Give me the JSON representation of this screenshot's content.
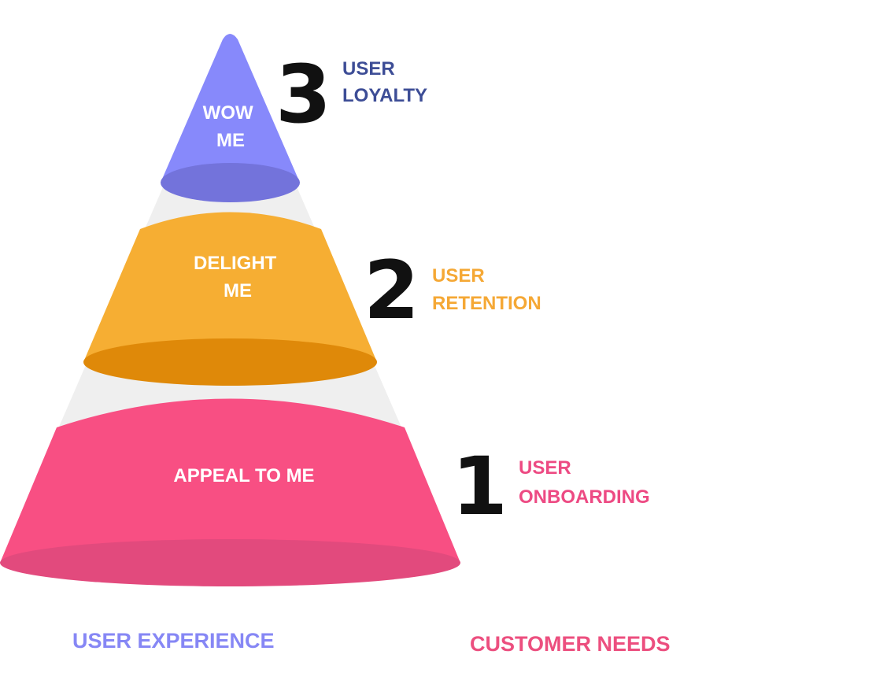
{
  "colors": {
    "cone_gap": "#efefef",
    "tier3_body": "#8789fb",
    "tier3_ellipse": "#7373db",
    "tier2_body": "#f6ae33",
    "tier2_ellipse": "#df8909",
    "tier1_body": "#f84f83",
    "tier1_ellipse": "#e24a7d",
    "number_color": "#111111"
  },
  "tiers": [
    {
      "number": "3",
      "label_lines": [
        "WOW",
        "ME"
      ],
      "outcome_lines": [
        "USER",
        "LOYALTY"
      ],
      "outcome_color": "#3d4d96"
    },
    {
      "number": "2",
      "label_lines": [
        "DELIGHT",
        "ME"
      ],
      "outcome_lines": [
        "USER",
        "RETENTION"
      ],
      "outcome_color": "#f5a835"
    },
    {
      "number": "1",
      "label_lines": [
        "APPEAL TO ME"
      ],
      "outcome_lines": [
        "USER",
        "ONBOARDING"
      ],
      "outcome_color": "#ed4a83"
    }
  ],
  "bottom": {
    "left_text": "USER EXPERIENCE",
    "left_color": "#8687f5",
    "right_text": "CUSTOMER NEEDS",
    "right_color": "#ec4f7f"
  }
}
